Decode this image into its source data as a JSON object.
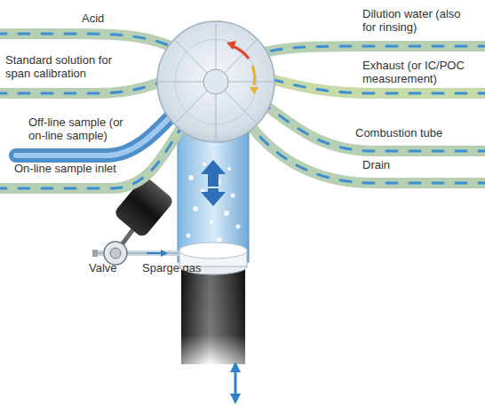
{
  "diagram": {
    "labels": [
      "Acid",
      "Standard solution for span calibration",
      "Off-line sample (or on-line sample)",
      "On-line sample inlet",
      "Dilution water (also for rinsing)",
      "Exhaust (or IC/POC measurement)",
      "Combustion tube",
      "Drain",
      "Valve",
      "Sparge gas"
    ]
  }
}
